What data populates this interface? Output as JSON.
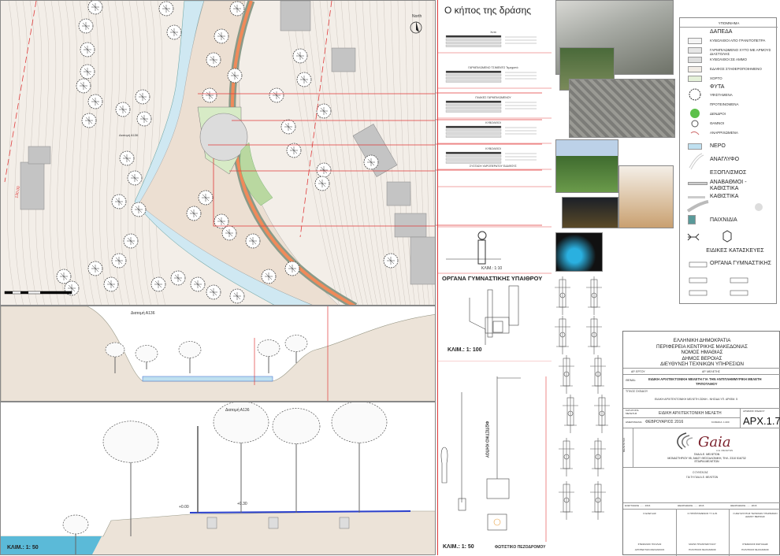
{
  "plan": {
    "north_label": "North",
    "section_label": "Διατομή Α136",
    "contour_label": "130.00"
  },
  "section1": {
    "label": "Διατομή Α136"
  },
  "section2": {
    "label": "Διατομή Α136",
    "scale": "ΚΛΙΜ.: 1: 50",
    "level_a": "+0.00",
    "level_b": "+0.30"
  },
  "middle": {
    "title": "Ο κήπος της δράσης",
    "layers": [
      "Χυτό",
      "ΓΑΡΜΠΙΛΩΜΕΝΟ ΤΣΙΜΕΝΤΟ Τεμαχιστό",
      "ΠΛΑΚΕΣ ΓΑΡΜΠΙΛΩΜΕΝΟΥ",
      "ΚΥΒΟΛΙΘΟΙ",
      "ΚΥΒΟΛΙΘΟΙ",
      "ΣΥΣΤΑΣΗ ΥΔΡΟΠΕΡΑΤΟΥ ΕΔΑΦΟΥΣ"
    ],
    "bollard_scale": "ΚΛΙΜ.: 1:10",
    "gym_title": "ΟΡΓΑΝΑ ΓΥΜΝΑΣΤΙΚΗΣ ΥΠΑΙΘΡΟΥ",
    "gym_scale": "ΚΛΙΜ.: 1: 100",
    "garden_light": "ΦΩΤΙΣΤΙΚΟ ΚΗΠΟΥ",
    "light_scale": "ΚΛΙΜ.: 1: 50",
    "street_light": "ΦΩΤΙΣΤΙΚΟ ΠΕΖΟΔΡΟΜΟΥ"
  },
  "legend": {
    "title": "ΥΠΟΜΝΗΜΑ",
    "paving_title": "ΔΑΠΕΔΑ",
    "paving": [
      "ΚΥΒΟΛΙΘΟΙ ΑΠΟ ΓΡΑΝΙΤΟΠΕΤΡΑ",
      "ΓΑΡΜΠΙΛΩΜΕΝΟ ΧΥΤΟ ΜΕ ΑΡΜΟΥΣ ΔΙΑΣΤΟΛΗΣ",
      "ΚΥΒΟΛΙΘΟΙ ΣΕ ΑΜΜΟ",
      "ΕΔΑΦΟΣ ΣΤΑΘΕΡΟΠΟΙΗΜΕΝΟ",
      "ΧΟΡΤΟ"
    ],
    "plants_title": "ΦΥΤΑ",
    "plants": [
      "ΥΦΙΣΤΑΜΕΝΑ",
      "ΠΡΟΤΕΙΝΟΜΕΝΑ",
      "ΔΕΝΔΡΟΙ",
      "ΘΑΜΝΟΙ",
      "ΑΝΑΡΡΙΧΩΜΕΝΑ"
    ],
    "water": "ΝΕΡΟ",
    "relief": "ΑΝΑΓΛΥΦΟ",
    "equipment_title": "ΕΞΟΠΛΙΣΜΟΣ",
    "equipment": [
      "ΑΝΑΒΑΘΜΟΙ - ΚΑΘΙΣΤΙΚΑ",
      "ΚΑΘΙΣΤΙΚΑ",
      "ΠΑΙΧΝΙΔΙΑ"
    ],
    "special_title": "ΕΙΔΙΚΕΣ ΚΑΤΑΣΚΕΥΕΣ",
    "gym": "ΟΡΓΑΝΑ ΓΥΜΝΑΣΤΙΚΗΣ",
    "colors": {
      "water": "#bfe0f0",
      "grass": "#e4f0d8",
      "tree_new": "#5cc04a"
    }
  },
  "titleblock": {
    "authority": [
      "ΕΛΛΗΝΙΚΗ ΔΗΜΟΚΡΑΤΙΑ",
      "ΠΕΡΙΦΕΡΕΙΑ ΚΕΝΤΡΙΚΗΣ ΜΑΚΕΔΟΝΙΑΣ",
      "ΝΟΜΟΣ ΗΜΑΘΙΑΣ",
      "ΔΗΜΟΣ ΒΕΡΟΙΑΣ",
      "ΔΙΕΥΘΥΝΣΗ ΤΕΧΝΙΚΩΝ ΥΠΗΡΕΣΙΩΝ"
    ],
    "project_no": "ΑΡ. ΕΡΓΟΥ",
    "study_no": "ΑΡ. ΜΕΛΕΤΗΣ",
    "subject_label": "ΘΕΜΑ:",
    "subject": "ΕΙΔΙΚΗ ΑΡΧΙΤΕΚΤΟΝΙΚΗ ΜΕΛΕΤΗ ΓΙΑ ΤΗΝ ΑΝΤΙΠΛΗΜΜΥΡΙΚΗ ΜΕΛΕΤΗ",
    "subject2": "ΤΡΙΠΟΤΑΜΟΥ",
    "drawing_title_label": "ΤΙΤΛΟΣ ΣΧΕΔΙΟΥ",
    "drawing_title": "ΕΙΔΙΚΗ ΑΡΧΙΤΕΚΤΟΝΙΚΗ ΜΕΛΕΤΗ ΖΩΝΗ - ΝΗΣΙΔΑ ΥΠ. ΑΡΙΘΜ. 5",
    "category_label": "ΚΑΤΗΓΟΡΙΑ ΜΕΛΕΤΗΣ",
    "category": "ΕΙΔΙΚΗ ΑΡΧΙΤΕΚΤΟΝΙΚΗ ΜΕΛΕΤΗ",
    "drawing_no_label": "ΑΡΙΘΜΟΣ ΣΧΕΔΙΟΥ",
    "drawing_no": "ΑΡΧ.1.7",
    "date_label": "ΗΜΕΡΟΜΗΝΙΑ",
    "date": "ΦΕΒΡΟΥΑΡΙΟΣ 2016",
    "scale_label": "ΚΛΙΜΑΚΑ: 1:200",
    "designer_label": "ΜΕΛΕΤΗΤΗΣ",
    "logo_text": "Gaia",
    "logo_sub": "Α.Ε. ΜΕΛΕΤΩΝ",
    "company": [
      "ΓΑΙΑ Α.Ε. ΜΕΛΕΤΩΝ",
      "ΜΟΝΑΣΤΗΡΙΟΥ 95, 54627 ΘΕΣΣΑΛΟΝΙΚΗ, ΤΗΛ. 2310 516732",
      "ΕΤΑΙΡΙΑ ΜΕΛΕΤΩΝ"
    ],
    "composer": "Ο ΣΥΝΤΑΞΑΣ",
    "composer_for": "ΓΙΑ ΤΗ ΓΑΙΑ Α.Ε. ΜΕΛΕΤΩΝ",
    "checks": [
      "ΕΛΕΓΧΘΗΚΕ ....... 2016",
      "ΘΕΩΡΗΘΗΚΕ ....... 2016",
      "ΘΕΩΡΗΘΗΚΕ ....... 2016"
    ],
    "roles": [
      "Ο ΕΛΕΓΞΑΣ",
      "Ο ΠΡΟΪΣΤΑΜΕΝΟΣ Τ.Υ.Δ.Β.",
      "Ο ΔΙΕΥΘΥΝΤΗΣ ΤΕΧΝΙΚΩΝ ΥΠΗΡΕΣΙΩΝ ΔΗΜΟΥ ΒΕΡΟΙΑΣ"
    ],
    "names": [
      "ΣΤΕΦΑΝΟΣ ΓΚΙΟΛΑΣ",
      "ΜΑΡΙΑ ΤΡΙΑΝΤΑΦΥΛΛΟΥ",
      "ΣΤΕΦΑΝΟΣ ΦΩΤΙΑΔΗΣ"
    ],
    "titles": [
      "ΑΡΧΙΤΕΚΤΩΝ ΜΗΧΑΝΙΚΟΣ",
      "ΠΟΛΙΤΙΚΟΣ ΜΗΧΑΝΙΚΟΣ",
      "ΠΟΛΙΤΙΚΟΣ ΜΗΧΑΝΙΚΟΣ"
    ]
  }
}
